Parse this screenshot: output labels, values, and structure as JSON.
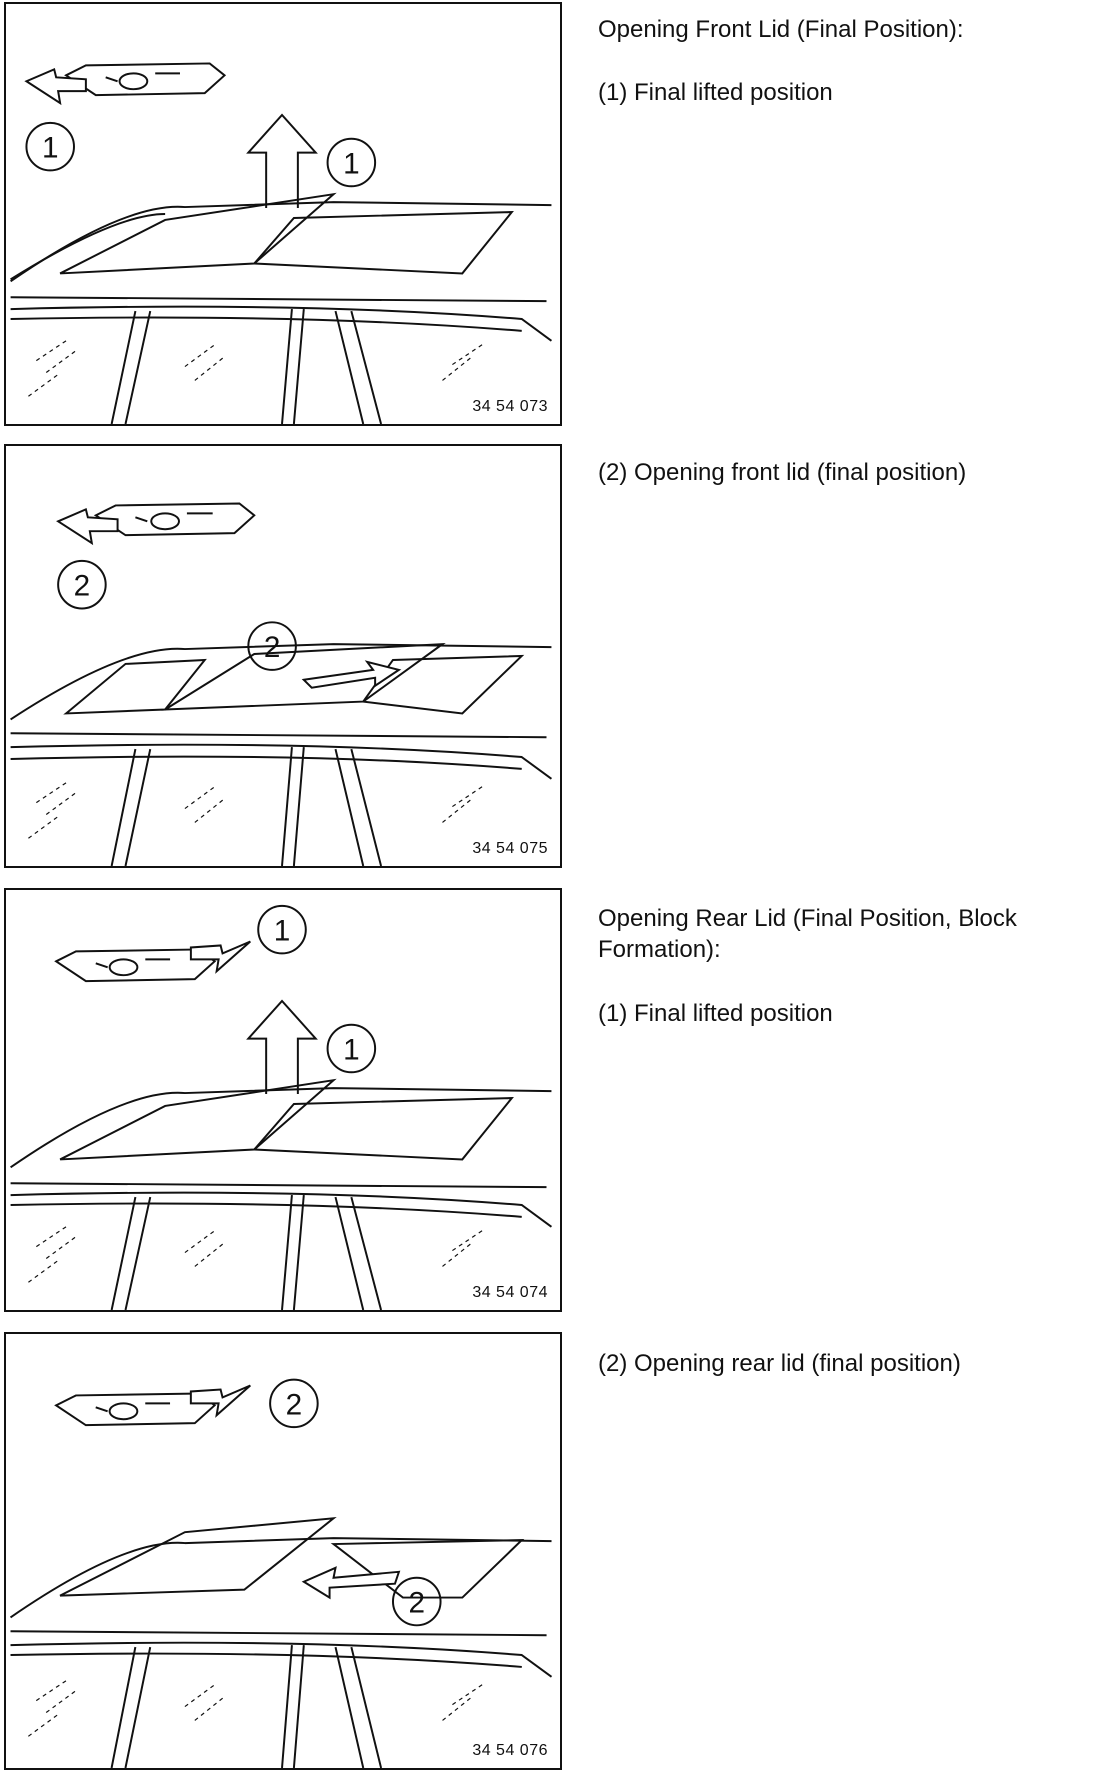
{
  "sections": [
    {
      "heading": "Opening Front Lid (Final Position):",
      "caption": "(1) Final lifted position",
      "figure_id": "34 54 073",
      "callout": "1"
    },
    {
      "caption": "(2) Opening front lid (final position)",
      "figure_id": "34 54 075",
      "callout": "2"
    },
    {
      "heading": "Opening Rear Lid (Final Position, Block Formation):",
      "caption": "(1) Final lifted position",
      "figure_id": "34 54 074",
      "callout": "1"
    },
    {
      "caption": "(2) Opening rear lid (final position)",
      "figure_id": "34 54 076",
      "callout": "2"
    }
  ]
}
